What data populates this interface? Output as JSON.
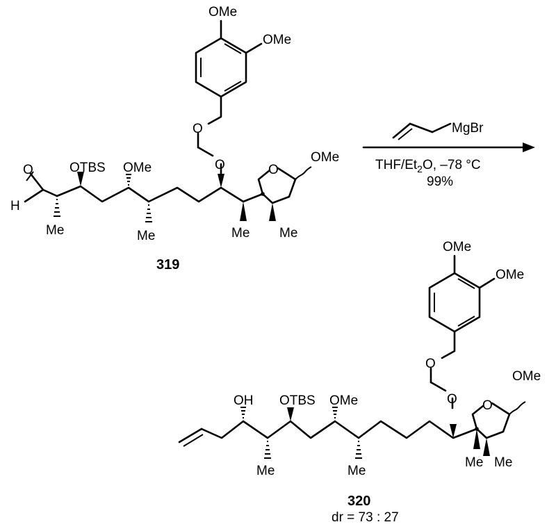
{
  "compound_319": {
    "number": "319",
    "labels": {
      "ome_para": "OMe",
      "ome_meta": "OMe",
      "o_ether": "O",
      "o_acetal": "O",
      "o_aldehyde": "O",
      "h_aldehyde": "H",
      "otbs": "OTBS",
      "ome_chain": "OMe",
      "o_ring": "O",
      "ome_ring": "OMe",
      "me1": "Me",
      "me2": "Me",
      "me3": "Me",
      "me4": "Me"
    }
  },
  "reagent": {
    "grignard": "MgBr",
    "conditions_pre": "THF/Et",
    "conditions_sub": "2",
    "conditions_post": "O, –78 °C",
    "yield": "99%"
  },
  "compound_320": {
    "number": "320",
    "dr": "dr = 73 : 27",
    "labels": {
      "ome_para": "OMe",
      "ome_meta": "OMe",
      "o_ether": "O",
      "o_acetal": "O",
      "oh": "OH",
      "otbs": "OTBS",
      "ome_chain": "OMe",
      "o_ring": "O",
      "ome_ring": "OMe",
      "me1": "Me",
      "me2": "Me",
      "me3": "Me",
      "me4": "Me"
    }
  }
}
